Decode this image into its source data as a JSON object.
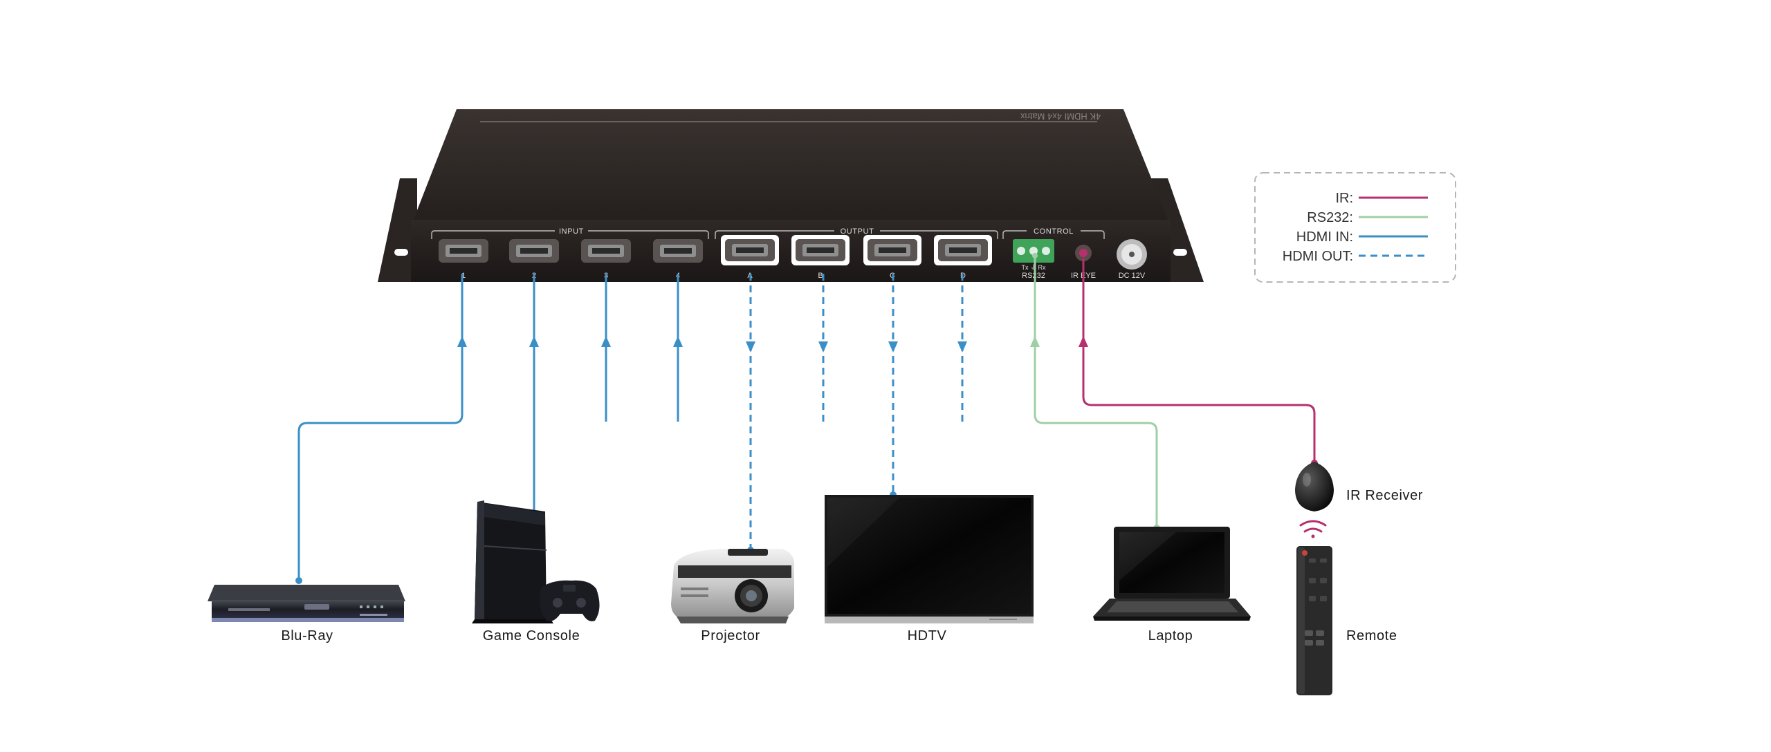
{
  "device": {
    "top_label": "4K HDMI 4x4 Matrix",
    "input_group": "INPUT",
    "output_group": "OUTPUT",
    "control_group": "CONTROL",
    "input_ports": [
      "1",
      "2",
      "3",
      "4"
    ],
    "output_ports": [
      "A",
      "B",
      "C",
      "D"
    ],
    "rs232_label": "RS232",
    "rs232_pins": "Tx  ⏚  Rx",
    "ir_eye_label": "IR EYE",
    "dc_label": "DC 12V"
  },
  "legend": {
    "items": [
      {
        "label": "IR:",
        "color": "#b5306c",
        "style": "solid"
      },
      {
        "label": "RS232:",
        "color": "#9fcfa6",
        "style": "solid"
      },
      {
        "label": "HDMI IN:",
        "color": "#3a8fc9",
        "style": "solid"
      },
      {
        "label": "HDMI OUT:",
        "color": "#3a8fc9",
        "style": "dashed"
      }
    ]
  },
  "devices": {
    "bluray": "Blu-Ray",
    "game_console": "Game Console",
    "projector": "Projector",
    "hdtv": "HDTV",
    "laptop": "Laptop",
    "ir_receiver": "IR Receiver",
    "remote": "Remote"
  },
  "colors": {
    "hdmi": "#3a8fc9",
    "rs232": "#9fcfa6",
    "ir": "#b5306c",
    "chassis": "#2b2523",
    "legend_border": "#b5b5b5"
  }
}
